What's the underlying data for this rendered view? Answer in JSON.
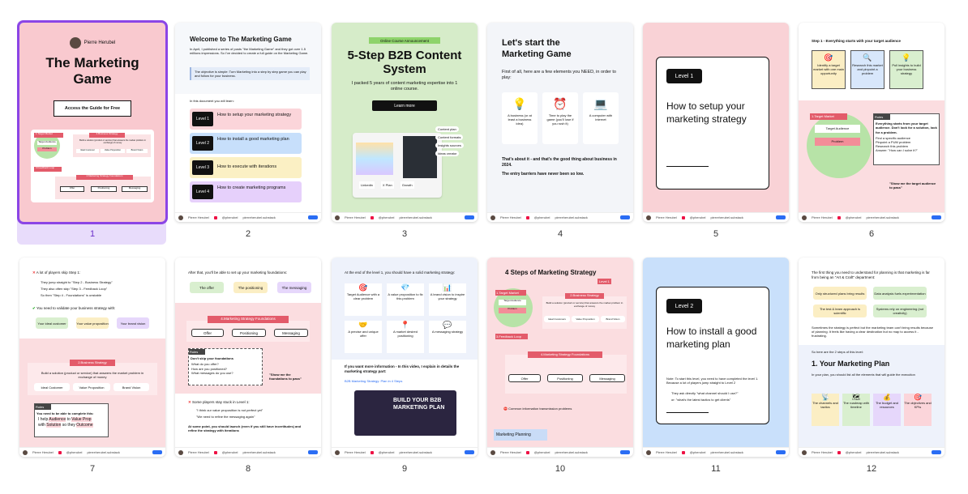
{
  "selected_page": 1,
  "page_numbers": [
    "1",
    "2",
    "3",
    "4",
    "5",
    "6",
    "7",
    "8",
    "9",
    "10",
    "11",
    "12"
  ],
  "colors": {
    "selected_border": "#8b45e6",
    "selected_bg": "#e8dcfb",
    "pink": "#f9d2d6",
    "blue": "#c9e0fb",
    "green": "#d6ecc9"
  },
  "footer": {
    "name": "Pierre Herubel",
    "handle": "@pherubel",
    "name2": "Pierre Herubel",
    "substack": "pierreherubel.substack"
  },
  "p1": {
    "author": "Pierre Herubel",
    "title": "The Marketing Game",
    "cta": "Access the Guide for Free",
    "d_target": "1.Target Market",
    "d_biz": "2.Business Strategy",
    "d_ta": "Target Audience",
    "d_problem": "Problem",
    "d_biztext": "Build a solution (product or service) that answers the market problem in exchange of money",
    "d_ic": "Ideal Customer",
    "d_vp": "Value Proposition",
    "d_bv": "Brand Vision",
    "d_feedback": "3.Feedback Loop",
    "d_found": "4.Marketing Strategy Foundations",
    "d_offer": "Offer",
    "d_pos": "Positioning",
    "d_msg": "Messaging"
  },
  "p2": {
    "title": "Welcome to The Marketing Game",
    "intro": "In April, I published a series of posts \"the Marketing Game\" and they got over 1.5 millions impressions. So I've decided to create a full guide on the Marketing Game.",
    "objective": "The objective is simple: Turn Marketing into a step by step game you can play and follow for your business.",
    "learn": "In this document you will learn:",
    "levels": [
      {
        "badge": "Level 1",
        "text": "How to setup your marketing strategy"
      },
      {
        "badge": "Level 2",
        "text": "How to install a good marketing plan"
      },
      {
        "badge": "Level 3",
        "text": "How to execute with iterations"
      },
      {
        "badge": "Level 4",
        "text": "How to create marketing programs"
      }
    ]
  },
  "p3": {
    "tag": "Online Course Announcement",
    "title": "5-Step B2B Content System",
    "sub": "I packed 5 years of content marketing expertise into 1 online course.",
    "btn": "Learn more",
    "chips": [
      "Content plan",
      "Content formats",
      "Insights sources",
      "Ideas creator"
    ],
    "icons": [
      "Linkedin",
      "X Plan",
      "Growth"
    ]
  },
  "p4": {
    "title": "Let's start the Marketing Game",
    "intro": "First of all, here are a few elements you NEED, in order to play:",
    "items": [
      "A business (or at least a business idea)",
      "Time to play the game (you'll lose if you rush it)",
      "A computer with internet"
    ],
    "out1": "That's about it - and that's the good thing about business in 2024.",
    "out2": "The entry barriers have never been so low."
  },
  "p5": {
    "badge": "Level 1",
    "text": "How to setup your marketing strategy"
  },
  "p6": {
    "step": "Step 1 - Everything starts with your target audience",
    "cards": [
      "Identify a target market with one main opportunity",
      "Research this market and pinpoint a problem",
      "Pull insights to build your business strategy"
    ],
    "target": "1.Target Market",
    "ta": "Target Audience",
    "problem": "Problem",
    "rules": "Rules",
    "rules_text": "Everything starts from your target audience. Don't look for a solution, look for a problem.",
    "checks": [
      "Find a specific audience",
      "Pinpoint a PUM problem",
      "Research this problem",
      "Answer: \"How can I solve it?\""
    ],
    "quote": "\"Show me the target audience to pass\""
  },
  "p7": {
    "t1": "A lot of players skip Step 1:",
    "b1": [
      "They jump straight to \"Step 2 - Business Strategy\"",
      "They also often skip \"Step 3 - Feedback Loop\"",
      "So then \"Step 4 - Foundations\" is unstable"
    ],
    "t2": "You need to validate your business strategy with:",
    "pills": [
      "Your ideal customer",
      "Your value proposition",
      "Your brand vision"
    ],
    "biz": "2.Business Strategy",
    "biztext": "Build a solution (product or service) that answers the market problem in exchange of money",
    "row": [
      "Ideal Customer",
      "Value Proposition",
      "Brand Vision"
    ],
    "rules": "Rules",
    "rules_text": "You need to be able to complete this:",
    "help": "I help",
    "aud": "Audience",
    "to": "to",
    "vp": "Value Prop",
    "with": "with",
    "sol": "Solution",
    "so": "so they",
    "out": "Outcome"
  },
  "p8": {
    "t1": "After that, you'll be able to set up your marketing foundations:",
    "pills": [
      "The offer",
      "The positioning",
      "The messaging"
    ],
    "found": "4.Marketing Strategy Foundations",
    "row": [
      "Offer",
      "Positioning",
      "Messaging"
    ],
    "rules": "Rules",
    "rules_title": "Don't skip your foundations",
    "checks": [
      "What do you offer?",
      "How are you positioned?",
      "What messages do you use?"
    ],
    "quote": "\"Show me the foundations to pass\"",
    "t2": "Some players stay stuck in Level 1:",
    "b2": [
      "\"I think our value proposition is not perfect yet\"",
      "\"We need to refine the messaging again\""
    ],
    "t3": "At some point, you should launch (even if you still have incertitudes) and refine the strategy with iterations"
  },
  "p9": {
    "t1": "At the end of the level 1, you should have a solid marketing strategy:",
    "items": [
      "Target Audience with a clear problem",
      "A value proposition to fix this problem",
      "A brand vision to inspire your strategy",
      "A precise and unique offer",
      "A market desired positioning",
      "A messaging strategy"
    ],
    "t2": "If you want more information - In this video, I explain in details the marketing strategy part:",
    "link": "B2B Marketing Strategy: Plan in 4 Steps",
    "video": "BUILD YOUR B2B MARKETING PLAN"
  },
  "p10": {
    "title": "4 Steps of Marketing Strategy",
    "badge": "Level 1",
    "target": "1.Target Market",
    "ta": "Target Audience",
    "problem": "Problem",
    "biz": "2.Business Strategy",
    "biztext": "Build a solution (product or service) that answers the market problem in exchange of money",
    "row": [
      "Ideal Customers",
      "Value Proposition",
      "Brand Vision"
    ],
    "feedback": "3.Feedback Loop",
    "found": "4.Marketing Strategy Foundations",
    "row2": [
      "Offer",
      "Positioning",
      "Messaging"
    ],
    "common": "Common information transmission problems",
    "planning": "Marketing Planning"
  },
  "p11": {
    "badge": "Level 2",
    "text": "How to install a good marketing plan",
    "note": "Note: To start this level, you need to have completed the level 1. Because a lot of players jump straight to Level 2",
    "b": [
      "They ask directly \"what channel should I use?\"",
      "or: \"what's the latest tactics to get clients\""
    ]
  },
  "p12": {
    "t1": "The first thing you need to understand for planning is that marketing is far from being an \"Art & Craft\" department:",
    "pills": [
      "Only structured plans bring results",
      "Data analysis fuels experimentation",
      "The test & learn approach is scientific",
      "Systems rely on engineering (not creativity)"
    ],
    "t2": "Sometimes the strategy is perfect but the marketing team can't bring results because of planning. It feels like having a clear destination but no map to access it - frustrating.",
    "t3": "So here are the 2 steps of this level:",
    "h": "1. Your Marketing Plan",
    "t4": "In your plan, you should list all the elements that will guide the execution",
    "items": [
      "The channels and tactics",
      "The roadmap with timeline",
      "The budget and resources",
      "The objectives and KPIs"
    ]
  }
}
